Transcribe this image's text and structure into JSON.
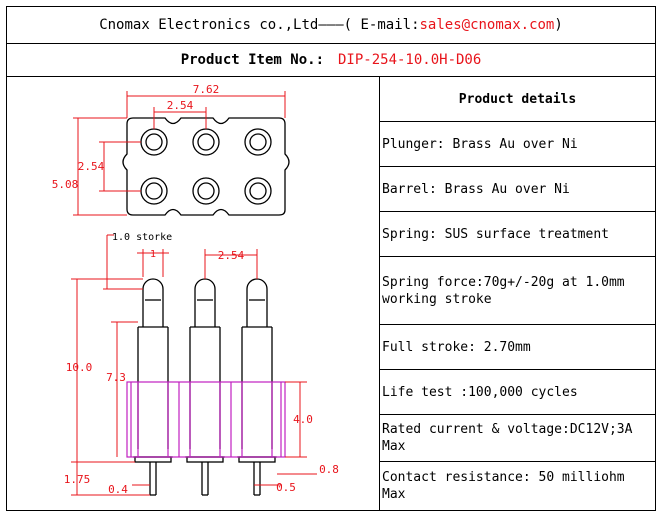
{
  "header": {
    "company": "Cnomax Electronics co.,Ltd",
    "dashes": "———",
    "email_prefix": "( E-mail: ",
    "email": "sales@cnomax.com",
    "email_suffix": ")"
  },
  "item": {
    "label": "Product Item No.:",
    "number": "DIP-254-10.0H-D06"
  },
  "details": {
    "title": "Product details",
    "rows": [
      "Plunger: Brass Au over Ni",
      "Barrel: Brass Au over Ni",
      "Spring: SUS surface treatment",
      "Spring force:70g+/-20g at 1.0mm working stroke",
      "Full stroke: 2.70mm",
      "Life test :100,000 cycles",
      "Rated current & voltage:DC12V;3A Max",
      "Contact resistance: 50 milliohm Max"
    ]
  },
  "drawing": {
    "dim_width": "7.62",
    "dim_pitch_top": "2.54",
    "dim_row_pitch": "2.54",
    "dim_height": "5.08",
    "stroke_label": "1.0 storke",
    "dim_pitch_side": "2.54",
    "dim_plunger": "1",
    "dim_total": "10.0",
    "dim_barrel": "7.3",
    "dim_insulator": "4.0",
    "dim_tail": "1.75",
    "dim_tail_dia": "0.4",
    "dim_shoulder": "0.8",
    "dim_pin": "0.5",
    "colors": {
      "dimension": "#e8141b",
      "line": "#000000",
      "insulator": "#c020c0"
    }
  }
}
